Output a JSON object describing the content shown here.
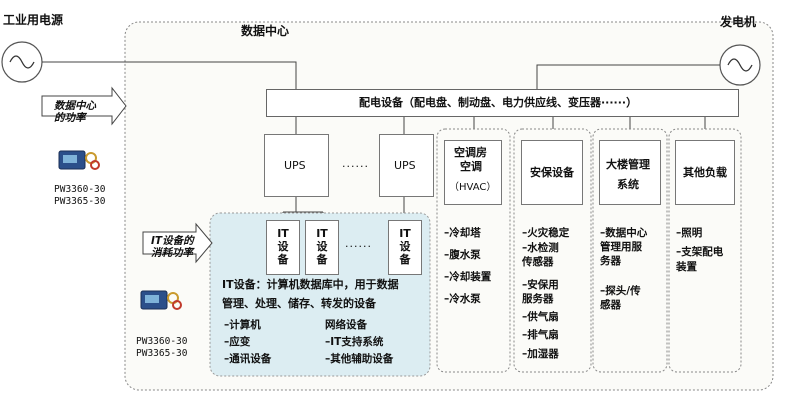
{
  "labels": {
    "industrial_power": "工业用电源",
    "data_center": "数据中心",
    "generator": "发电机",
    "dc_power_arrow": [
      "数据中心",
      "的功率"
    ],
    "it_power_arrow": [
      "IT设备的",
      "消耗功率"
    ],
    "distribution": "配电设备（配电盘、制动盘、电力供应线、变压器······）",
    "ups_left": "UPS",
    "ups_right": "UPS",
    "ups_ellipsis": "······",
    "it_ellipsis": "······",
    "it_device": "IT\n设\n备"
  },
  "meters": {
    "top": [
      "PW3360-30",
      "PW3365-30"
    ],
    "bottom": [
      "PW3360-30",
      "PW3365-30"
    ]
  },
  "it_description": {
    "line1": "IT设备：计算机数据库中，用于数据",
    "line2": "管理、处理、储存、转发的设备",
    "items_left": [
      "–计算机",
      "–应变",
      "–通讯设备"
    ],
    "items_right": [
      "网络设备",
      "–IT支持系统",
      "–其他辅助设备"
    ]
  },
  "columns": [
    {
      "header": [
        "空调房",
        "空调",
        "（HVAC）"
      ],
      "items": [
        "–冷却塔",
        "–腹水泵",
        "–冷却装置",
        "–冷水泵"
      ]
    },
    {
      "header": [
        "安保设备"
      ],
      "items": [
        "–火灾稳定",
        "–水检测",
        " 传感器",
        "–安保用",
        " 服务器",
        "–供气扇",
        "–排气扇",
        "–加湿器"
      ]
    },
    {
      "header": [
        "大楼管理",
        "系统"
      ],
      "items": [
        "–数据中心",
        " 管理用服",
        " 务器",
        "–探头/传",
        " 感器"
      ]
    },
    {
      "header": [
        "其他负载"
      ],
      "items": [
        "–照明",
        "–支架配电",
        " 装置"
      ]
    }
  ]
}
